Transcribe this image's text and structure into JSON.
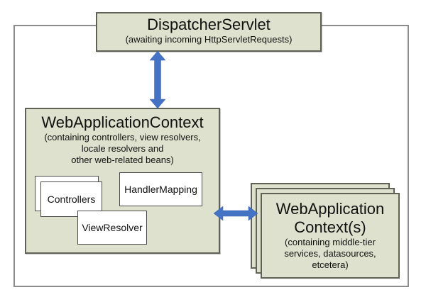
{
  "colors": {
    "box_fill": "#dde1cd",
    "box_border": "#5f6355",
    "frame_border": "#8c8c8c",
    "arrow": "#4472c4",
    "white_box_border": "#4a4a4a"
  },
  "dispatcher": {
    "title": "DispatcherServlet",
    "subtitle": "(awaiting incoming HttpServletRequests)"
  },
  "web_context": {
    "title": "WebApplicationContext",
    "subtitle_lines": [
      "(containing controllers, view resolvers,",
      "locale resolvers and",
      "other web-related beans)"
    ],
    "beans": {
      "controllers": "Controllers",
      "handler_mapping": "HandlerMapping",
      "view_resolver": "ViewResolver"
    }
  },
  "middle_tier_context": {
    "title_lines": [
      "WebApplication",
      "Context(s)"
    ],
    "subtitle_lines": [
      "(containing middle-tier",
      "services, datasources,",
      "etcetera)"
    ]
  },
  "icons": {
    "vertical_arrow": "double-headed-arrow",
    "horizontal_arrow": "double-headed-arrow"
  }
}
